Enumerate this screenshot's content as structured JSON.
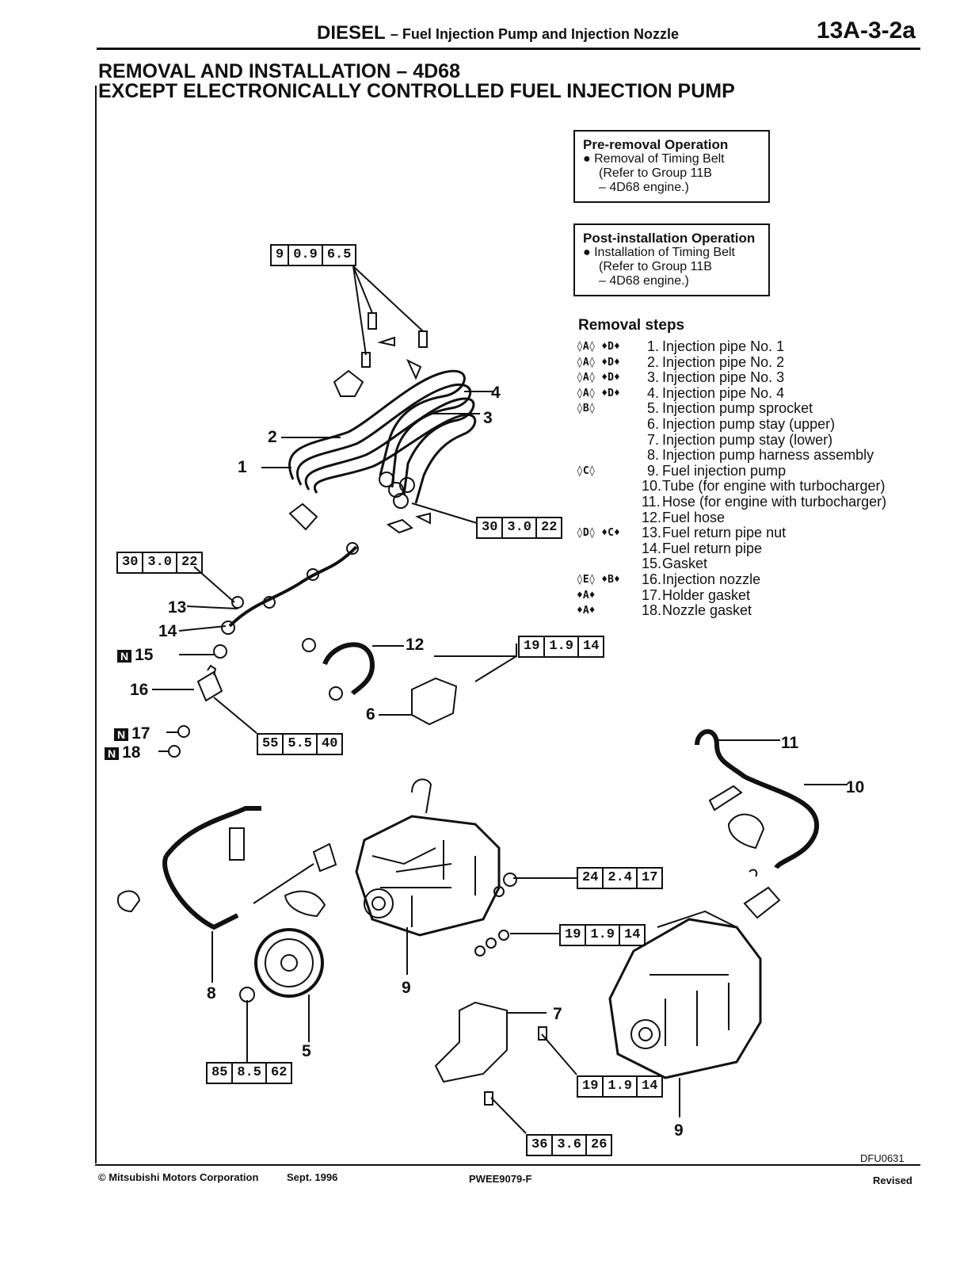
{
  "header": {
    "title": "DIESEL",
    "subtitle": "– Fuel Injection Pump and Injection Nozzle",
    "code": "13A-3-2a"
  },
  "section": {
    "line1": "REMOVAL AND INSTALLATION – 4D68",
    "line2": "EXCEPT ELECTRONICALLY CONTROLLED FUEL INJECTION PUMP"
  },
  "pre_removal": {
    "title": "Pre-removal Operation",
    "item": "● Removal of Timing Belt",
    "ref1": "(Refer to Group 11B",
    "ref2": "– 4D68 engine.)"
  },
  "post_installation": {
    "title": "Post-installation Operation",
    "item": "● Installation of Timing Belt",
    "ref1": "(Refer to Group 11B",
    "ref2": "– 4D68 engine.)"
  },
  "removal_steps": {
    "title": "Removal steps",
    "items": [
      {
        "tags": "◊A◊ ♦D♦",
        "num": "1.",
        "text": "Injection pipe No. 1"
      },
      {
        "tags": "◊A◊ ♦D♦",
        "num": "2.",
        "text": "Injection pipe No. 2"
      },
      {
        "tags": "◊A◊ ♦D♦",
        "num": "3.",
        "text": "Injection pipe No. 3"
      },
      {
        "tags": "◊A◊ ♦D♦",
        "num": "4.",
        "text": "Injection pipe No. 4"
      },
      {
        "tags": "◊B◊",
        "num": "5.",
        "text": "Injection pump sprocket"
      },
      {
        "tags": "",
        "num": "6.",
        "text": "Injection pump stay (upper)"
      },
      {
        "tags": "",
        "num": "7.",
        "text": "Injection pump stay (lower)"
      },
      {
        "tags": "",
        "num": "8.",
        "text": "Injection pump harness assembly"
      },
      {
        "tags": "◊C◊",
        "num": "9.",
        "text": "Fuel injection pump"
      },
      {
        "tags": "",
        "num": "10.",
        "text": "Tube (for engine with turbocharger)"
      },
      {
        "tags": "",
        "num": "11.",
        "text": "Hose (for engine with turbocharger)"
      },
      {
        "tags": "",
        "num": "12.",
        "text": "Fuel hose"
      },
      {
        "tags": "◊D◊ ♦C♦",
        "num": "13.",
        "text": "Fuel return pipe nut"
      },
      {
        "tags": "",
        "num": "14.",
        "text": "Fuel return pipe"
      },
      {
        "tags": "",
        "num": "15.",
        "text": "Gasket"
      },
      {
        "tags": "◊E◊ ♦B♦",
        "num": "16.",
        "text": "Injection nozzle"
      },
      {
        "tags": "♦A♦",
        "num": "17.",
        "text": "Holder gasket"
      },
      {
        "tags": "♦A♦",
        "num": "18.",
        "text": "Nozzle gasket"
      }
    ]
  },
  "torques": [
    {
      "a": "9",
      "b": "0.9",
      "c": "6.5"
    },
    {
      "a": "30",
      "b": "3.0",
      "c": "22"
    },
    {
      "a": "30",
      "b": "3.0",
      "c": "22"
    },
    {
      "a": "19",
      "b": "1.9",
      "c": "14"
    },
    {
      "a": "55",
      "b": "5.5",
      "c": "40"
    },
    {
      "a": "24",
      "b": "2.4",
      "c": "17"
    },
    {
      "a": "19",
      "b": "1.9",
      "c": "14"
    },
    {
      "a": "85",
      "b": "8.5",
      "c": "62"
    },
    {
      "a": "19",
      "b": "1.9",
      "c": "14"
    },
    {
      "a": "36",
      "b": "3.6",
      "c": "26"
    }
  ],
  "callouts": {
    "c1": "1",
    "c2": "2",
    "c3": "3",
    "c4": "4",
    "c5": "5",
    "c6": "6",
    "c7": "7",
    "c8": "8",
    "c9a": "9",
    "c9b": "9",
    "c10": "10",
    "c11": "11",
    "c12": "12",
    "c13": "13",
    "c14": "14",
    "c15": "15",
    "c16": "16",
    "c17": "17",
    "c18": "18",
    "n_badge": "N"
  },
  "figure_code": "DFU0631",
  "footer": {
    "copyright": "© Mitsubishi Motors Corporation",
    "date": "Sept. 1996",
    "pub": "PWEE9079-F",
    "status": "Revised"
  }
}
